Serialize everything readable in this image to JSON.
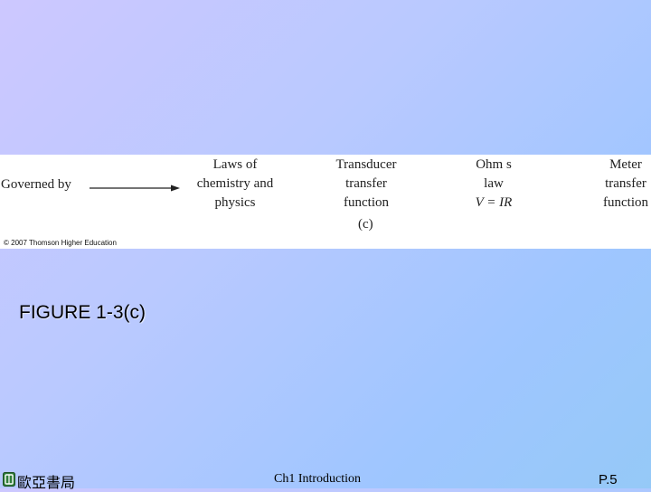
{
  "figure": {
    "governed_by": "Governed by",
    "columns": [
      {
        "lines": [
          "Laws of",
          "chemistry and",
          "physics"
        ]
      },
      {
        "lines": [
          "Transducer",
          "transfer",
          "function"
        ]
      },
      {
        "lines": [
          "Ohm s",
          "law",
          "V = IR"
        ]
      },
      {
        "lines": [
          "Meter",
          "transfer",
          "function"
        ]
      }
    ],
    "sub_caption": "(c)",
    "copyright": "© 2007 Thomson Higher Education"
  },
  "slide": {
    "figure_title": "FIGURE 1-3(c)",
    "publisher": "歐亞書局",
    "chapter": "Ch1 Introduction",
    "page": "P.5"
  },
  "colors": {
    "background_start": "#cdc8ff",
    "background_end": "#95c9f7",
    "logo": "#2f7d3a"
  }
}
